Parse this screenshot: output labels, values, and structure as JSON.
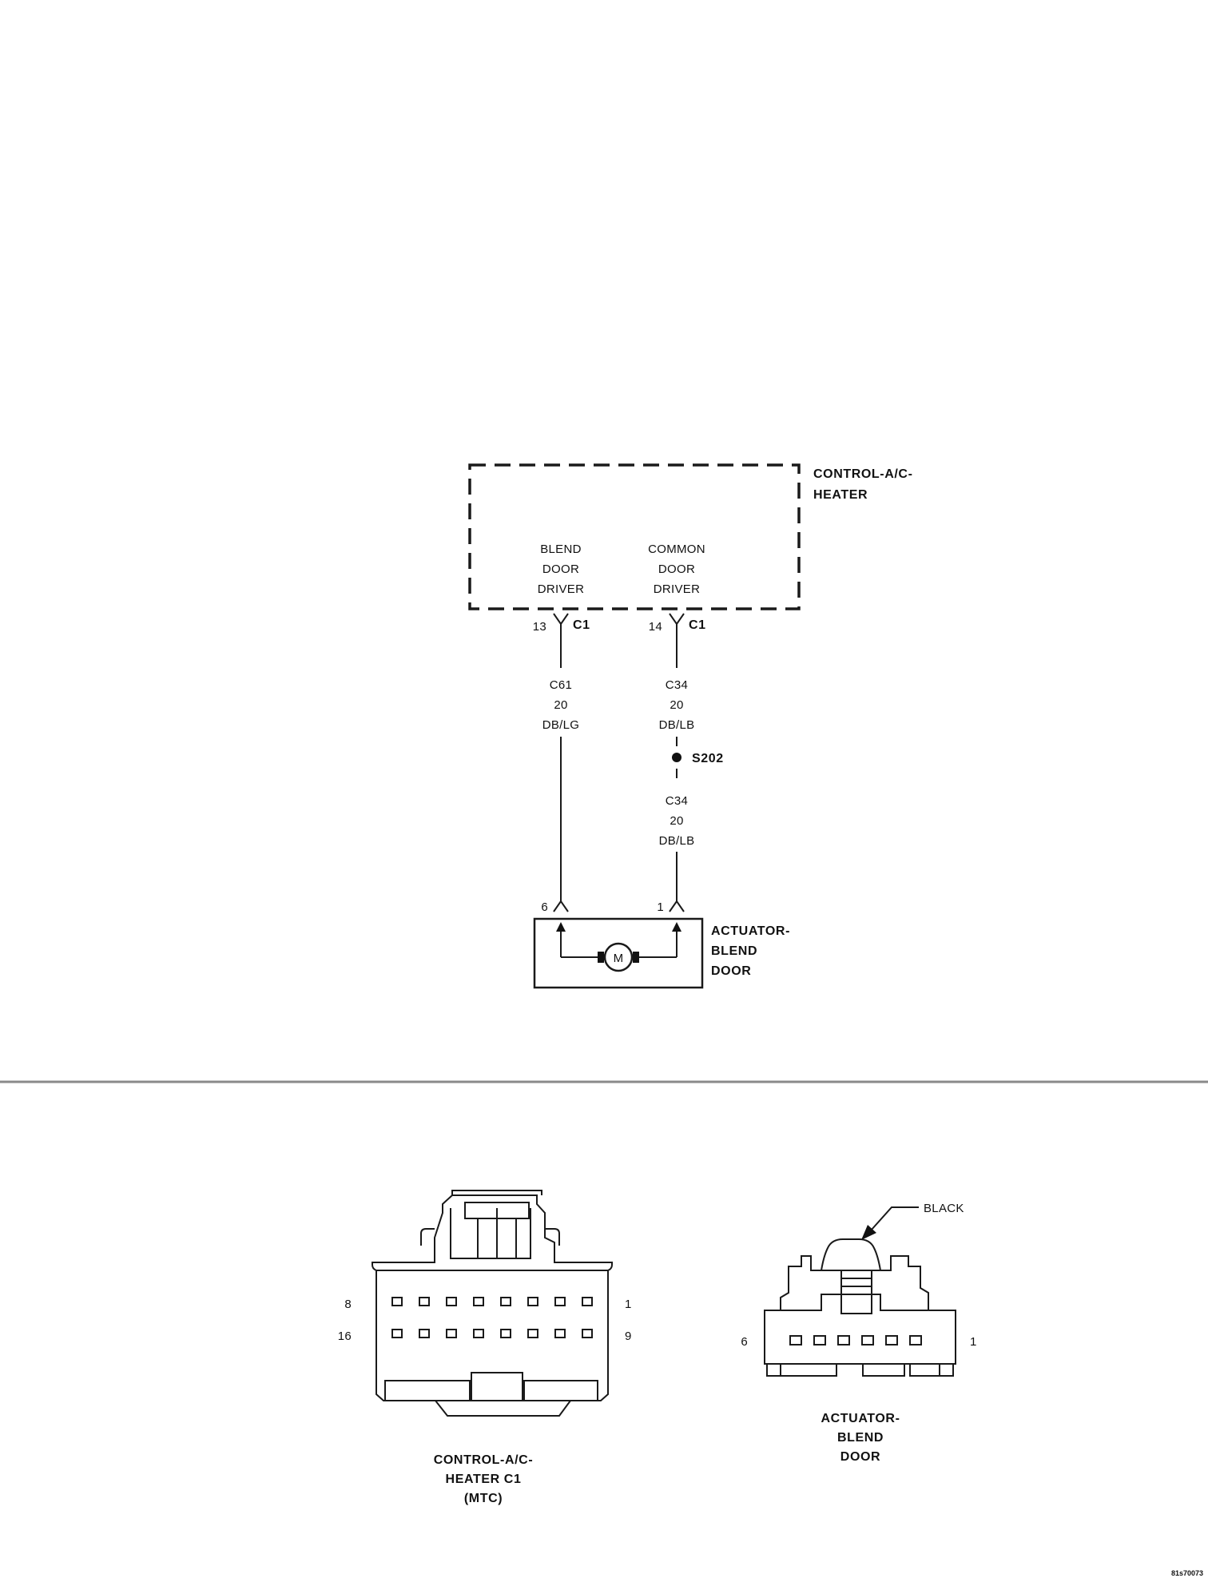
{
  "module": {
    "title_line1": "CONTROL-A/C-",
    "title_line2": "HEATER",
    "pin_labels": {
      "blend": [
        "BLEND",
        "DOOR",
        "DRIVER"
      ],
      "common": [
        "COMMON",
        "DOOR",
        "DRIVER"
      ]
    }
  },
  "connectors_top": {
    "left": {
      "pin": "13",
      "name": "C1"
    },
    "right": {
      "pin": "14",
      "name": "C1"
    }
  },
  "wires": {
    "left": {
      "circuit": "C61",
      "gauge": "20",
      "color": "DB/LG"
    },
    "right_upper": {
      "circuit": "C34",
      "gauge": "20",
      "color": "DB/LB"
    },
    "right_lower": {
      "circuit": "C34",
      "gauge": "20",
      "color": "DB/LB"
    }
  },
  "splice": {
    "label": "S202"
  },
  "actuator": {
    "pin_left": "6",
    "pin_right": "1",
    "motor_symbol": "M",
    "title": [
      "ACTUATOR-",
      "BLEND",
      "DOOR"
    ]
  },
  "connector_views": {
    "control": {
      "pin_top_left": "8",
      "pin_top_right": "1",
      "pin_bottom_left": "16",
      "pin_bottom_right": "9",
      "caption": [
        "CONTROL-A/C-",
        "HEATER C1",
        "(MTC)"
      ]
    },
    "actuator": {
      "pin_left": "6",
      "pin_right": "1",
      "callout": "BLACK",
      "caption": [
        "ACTUATOR-",
        "BLEND",
        "DOOR"
      ]
    }
  },
  "figure_id": "81s70073"
}
